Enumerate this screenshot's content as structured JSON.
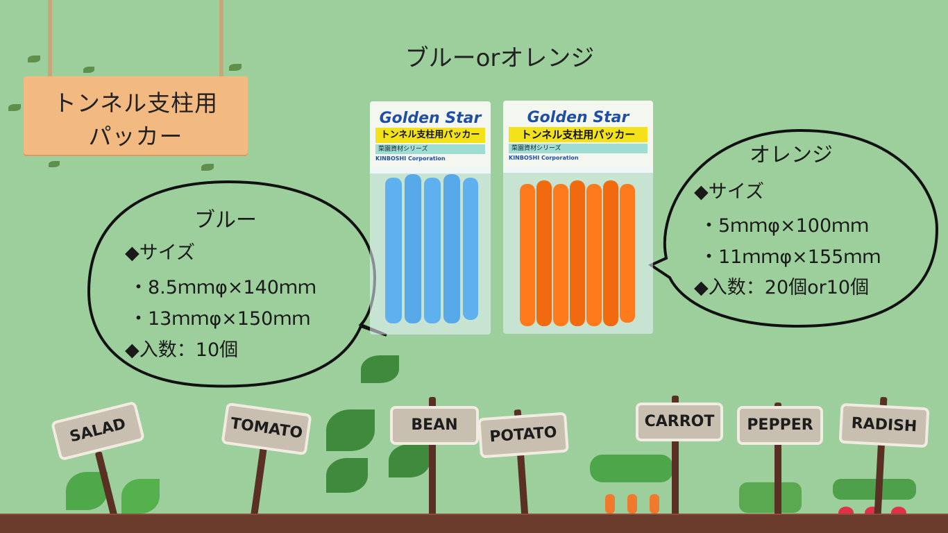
{
  "sign": {
    "line1": "トンネル支柱用",
    "line2": "パッカー"
  },
  "title": "ブルーorオレンジ",
  "blue": {
    "heading": "ブルー",
    "size_label": "◆サイズ",
    "size1": "・8.5ｍｍφ×140ｍｍ",
    "size2": "・13ｍｍφ×150ｍｍ",
    "qty": "◆入数：10個"
  },
  "orange": {
    "heading": "オレンジ",
    "size_label": "◆サイズ",
    "size1": "・5ｍｍφ×100ｍｍ",
    "size2": "・11ｍｍφ×155ｍｍ",
    "qty": "◆入数：20個or10個"
  },
  "pack": {
    "logo": "Golden Star",
    "band": "トンネル支柱用パッカー",
    "series": "菜園資材シリーズ",
    "corp": "KINBOSHI Corporation",
    "blue_color": "#5fb0ee",
    "orange_color": "#ff7a1c"
  },
  "stakes": [
    "SALAD",
    "TOMATO",
    "BEAN",
    "POTATO",
    "CARROT",
    "PEPPER",
    "RADISH"
  ],
  "colors": {
    "background": "#9ccf9b",
    "sign": "#f2b981",
    "soil": "#6b3b2c"
  }
}
